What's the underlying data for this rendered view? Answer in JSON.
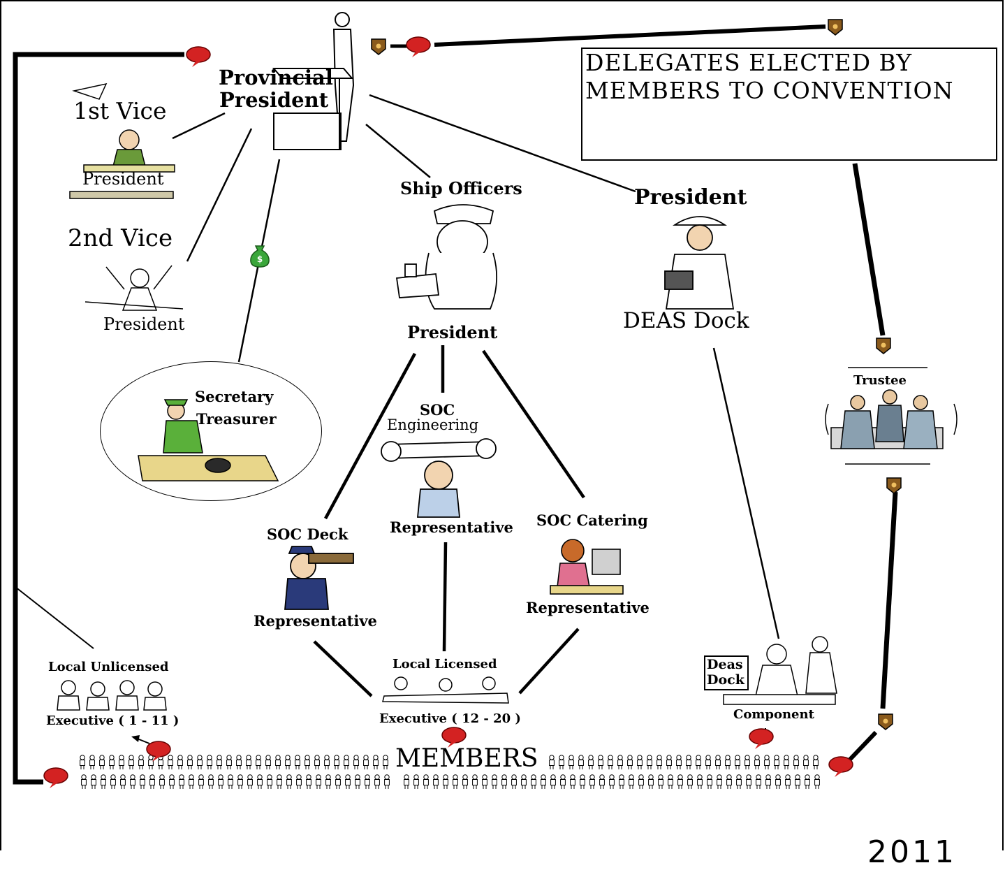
{
  "officers": {
    "provincial_president_line1": "Provincial",
    "provincial_president_line2": "President",
    "first_vice_title": "1st Vice",
    "first_vice_sub": "President",
    "second_vice_title": "2nd Vice",
    "second_vice_sub": "President",
    "secretary_line1": "Secretary",
    "secretary_line2": "Treasurer"
  },
  "delegates_banner": {
    "line1": "DELEGATES ELECTED BY",
    "line2": "MEMBERS TO CONVENTION"
  },
  "ship_officers": {
    "title": "Ship Officers",
    "president": "President"
  },
  "deas_dock": {
    "title": "President",
    "subtitle": "DEAS Dock"
  },
  "trustee": {
    "label": "Trustee"
  },
  "soc": {
    "engineering_line1": "SOC",
    "engineering_line2": "Engineering",
    "engineering_role": "Representative",
    "deck_title": "SOC Deck",
    "deck_role": "Representative",
    "catering_title": "SOC Catering",
    "catering_role": "Representative"
  },
  "locals": {
    "unlicensed_title": "Local Unlicensed",
    "unlicensed_exec": "Executive ( 1 - 11 )",
    "licensed_title": "Local Licensed",
    "licensed_exec": "Executive ( 12 - 20 )"
  },
  "component": {
    "box_line1": "Deas",
    "box_line2": "Dock",
    "label": "Component"
  },
  "members": {
    "label": "MEMBERS"
  },
  "footer": {
    "year": "2011"
  },
  "colors": {
    "line": "#000000",
    "vote_badge": "#d32222",
    "officer_badge": "#8a5a1c",
    "money_bag": "#3aa63a"
  }
}
